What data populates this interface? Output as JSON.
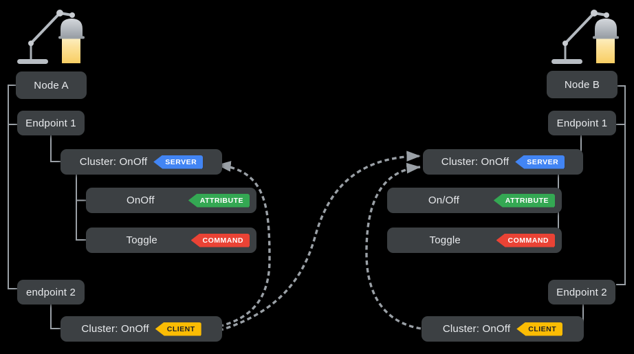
{
  "colors": {
    "background": "#000000",
    "box": "#3c4043",
    "box_text": "#e8eaed",
    "server_badge": "#4285f4",
    "attribute_badge": "#34a853",
    "command_badge": "#ea4335",
    "client_badge": "#fbbc04",
    "client_badge_text": "#202124",
    "connector_line": "#9aa0a6",
    "binding_arrow": "#9aa0a6",
    "lamp_beam": "#f8ce63",
    "lamp_metal": "#b4bac0"
  },
  "badges": {
    "server": "SERVER",
    "attribute": "ATTRIBUTE",
    "command": "COMMAND",
    "client": "CLIENT"
  },
  "left": {
    "node": "Node A",
    "endpoint1": "Endpoint 1",
    "cluster_server": "Cluster: OnOff",
    "attribute": "OnOff",
    "command": "Toggle",
    "endpoint2": "endpoint 2",
    "cluster_client": "Cluster: OnOff"
  },
  "right": {
    "node": "Node B",
    "endpoint1": "Endpoint 1",
    "cluster_server": "Cluster: OnOff",
    "attribute": "On/Off",
    "command": "Toggle",
    "endpoint2": "Endpoint 2",
    "cluster_client": "Cluster: OnOff"
  },
  "icons": {
    "left_device": "desk-lamp-icon",
    "right_device": "desk-lamp-icon"
  },
  "connections": [
    {
      "from": "node-a-cluster-client",
      "to": "node-a-cluster-server",
      "style": "dashed-arrow"
    },
    {
      "from": "node-a-cluster-client",
      "to": "node-b-cluster-server",
      "style": "dashed-arrow"
    },
    {
      "from": "node-b-cluster-client",
      "to": "node-b-cluster-server",
      "style": "dashed-arrow"
    }
  ]
}
